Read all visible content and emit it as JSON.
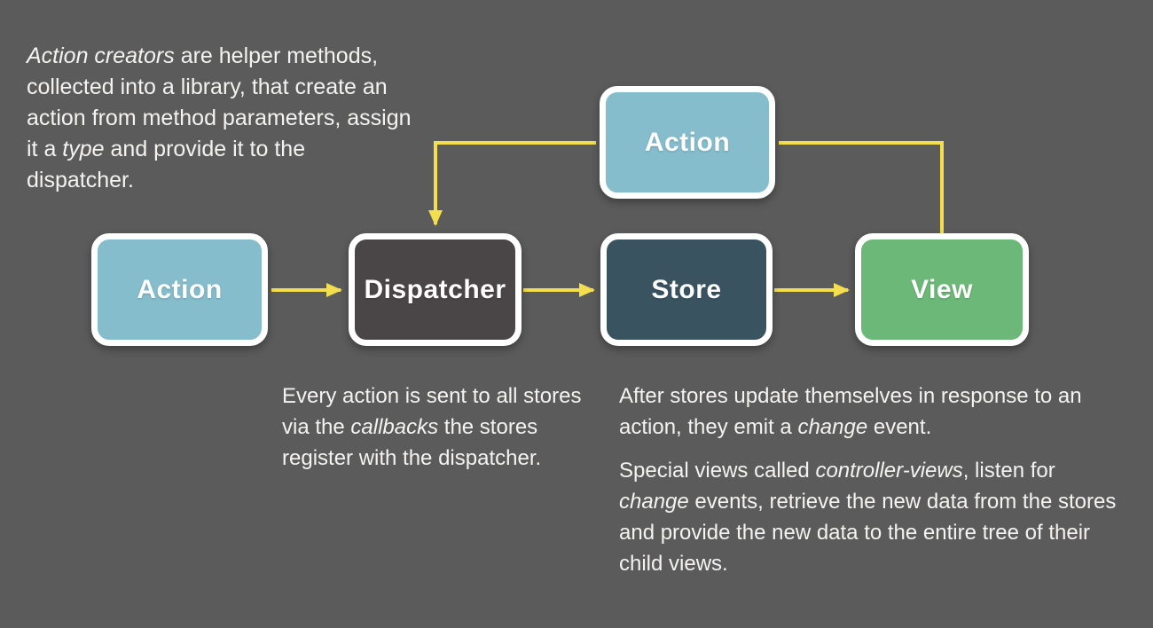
{
  "colors": {
    "background": "#5b5b5b",
    "node-action": "#85bdcd",
    "node-dispatcher": "#4a4546",
    "node-store": "#3a5361",
    "node-view": "#6cb878",
    "arrow": "#f2de4f",
    "node-border": "#ffffff",
    "text": "#f4f3f1"
  },
  "nodes": {
    "action_top": {
      "label": "Action"
    },
    "action": {
      "label": "Action"
    },
    "dispatcher": {
      "label": "Dispatcher"
    },
    "store": {
      "label": "Store"
    },
    "view": {
      "label": "View"
    }
  },
  "edges": [
    {
      "from": "action",
      "to": "dispatcher"
    },
    {
      "from": "dispatcher",
      "to": "store"
    },
    {
      "from": "store",
      "to": "view"
    },
    {
      "from": "view",
      "to": "action_top"
    },
    {
      "from": "action_top",
      "to": "dispatcher"
    }
  ],
  "notes": {
    "action_creators": [
      {
        "text": "Action creators",
        "italic": true
      },
      {
        "text": " are helper methods, collected into a library, that create an action from method parameters, assign it a ",
        "italic": false
      },
      {
        "text": "type",
        "italic": true
      },
      {
        "text": " and provide it to the dispatcher.",
        "italic": false
      }
    ],
    "dispatcher": [
      {
        "text": "Every action is sent to all stores via the ",
        "italic": false
      },
      {
        "text": "callbacks",
        "italic": true
      },
      {
        "text": " the stores register with the dispatcher.",
        "italic": false
      }
    ],
    "store_p1": [
      {
        "text": "After stores update themselves in response to an action, they emit a ",
        "italic": false
      },
      {
        "text": "change",
        "italic": true
      },
      {
        "text": " event.",
        "italic": false
      }
    ],
    "store_p2": [
      {
        "text": "Special views called ",
        "italic": false
      },
      {
        "text": "controller-views",
        "italic": true
      },
      {
        "text": ", listen for ",
        "italic": false
      },
      {
        "text": "change",
        "italic": true
      },
      {
        "text": " events, retrieve the new data from the stores and provide the new data to the entire tree of their child views.",
        "italic": false
      }
    ]
  }
}
